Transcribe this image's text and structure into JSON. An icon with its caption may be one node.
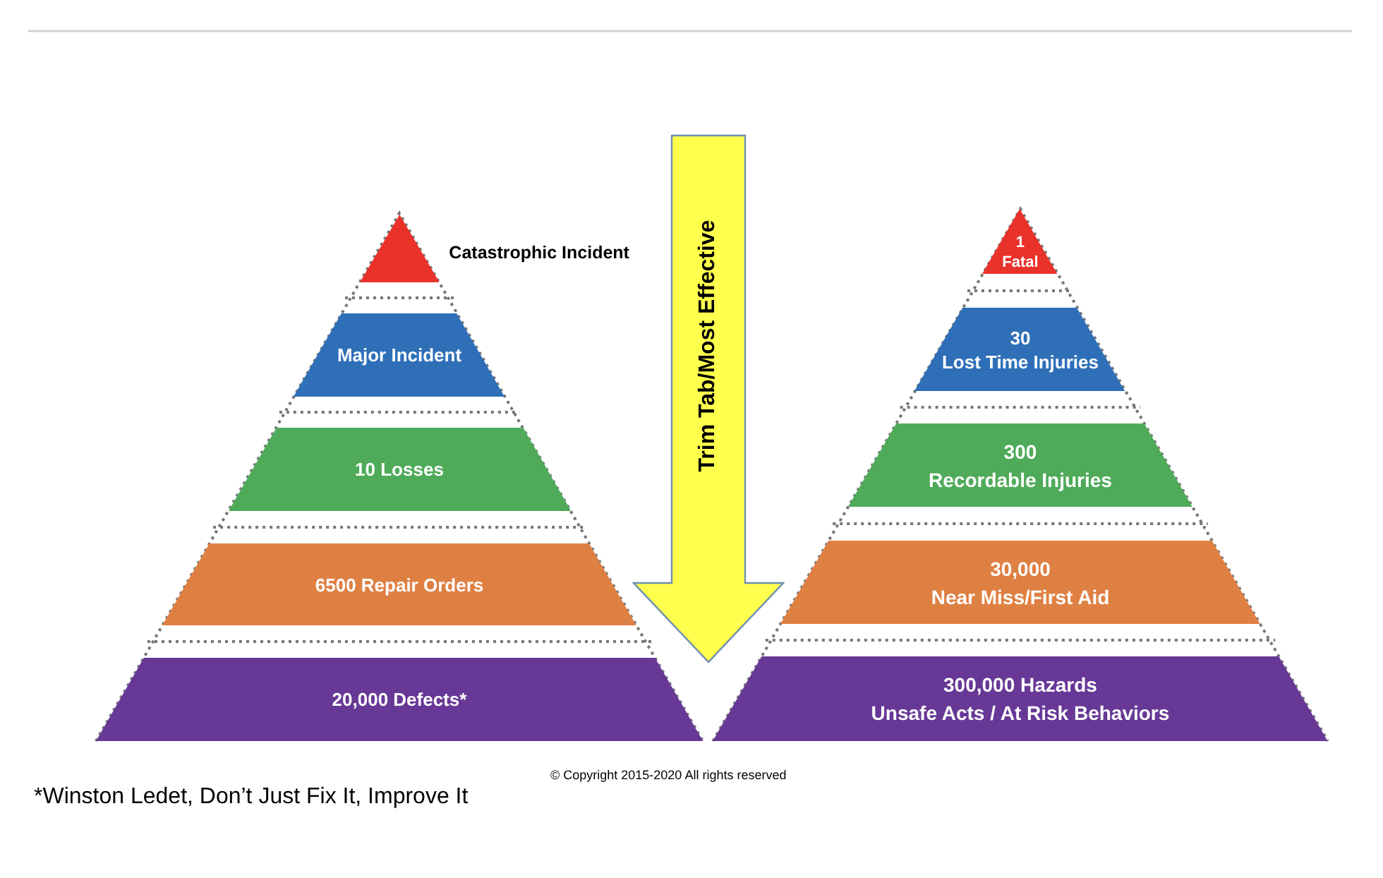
{
  "diagram": {
    "nodes": [
      {
        "text": [],
        "shape": "triangle",
        "beside": [
          "Catastrophic Incident"
        ]
      },
      {
        "text": [
          "Major Incident"
        ]
      },
      {
        "text": [
          "10 Losses"
        ]
      },
      {
        "text": [
          "6500 Repair Orders"
        ]
      },
      {
        "text": [
          "20,000 Defects*"
        ]
      },
      {
        "text": [
          "Trim Tab/Most Effective"
        ]
      },
      {
        "text": [
          "1",
          "Fatal"
        ]
      },
      {
        "text": [
          "30",
          "Lost Time Injuries"
        ]
      },
      {
        "text": [
          "300",
          "Recordable Injuries"
        ]
      },
      {
        "text": [
          "30,000",
          "Near Miss/First Aid"
        ]
      },
      {
        "text": [
          "300,000 Hazards",
          "Unsafe Acts / At Risk Behaviors"
        ]
      }
    ],
    "edges": [],
    "labels": [
      "© Copyright 2015-2020 All rights reserved",
      "*Winston Ledet, Don’t Just Fix It, Improve It"
    ]
  }
}
